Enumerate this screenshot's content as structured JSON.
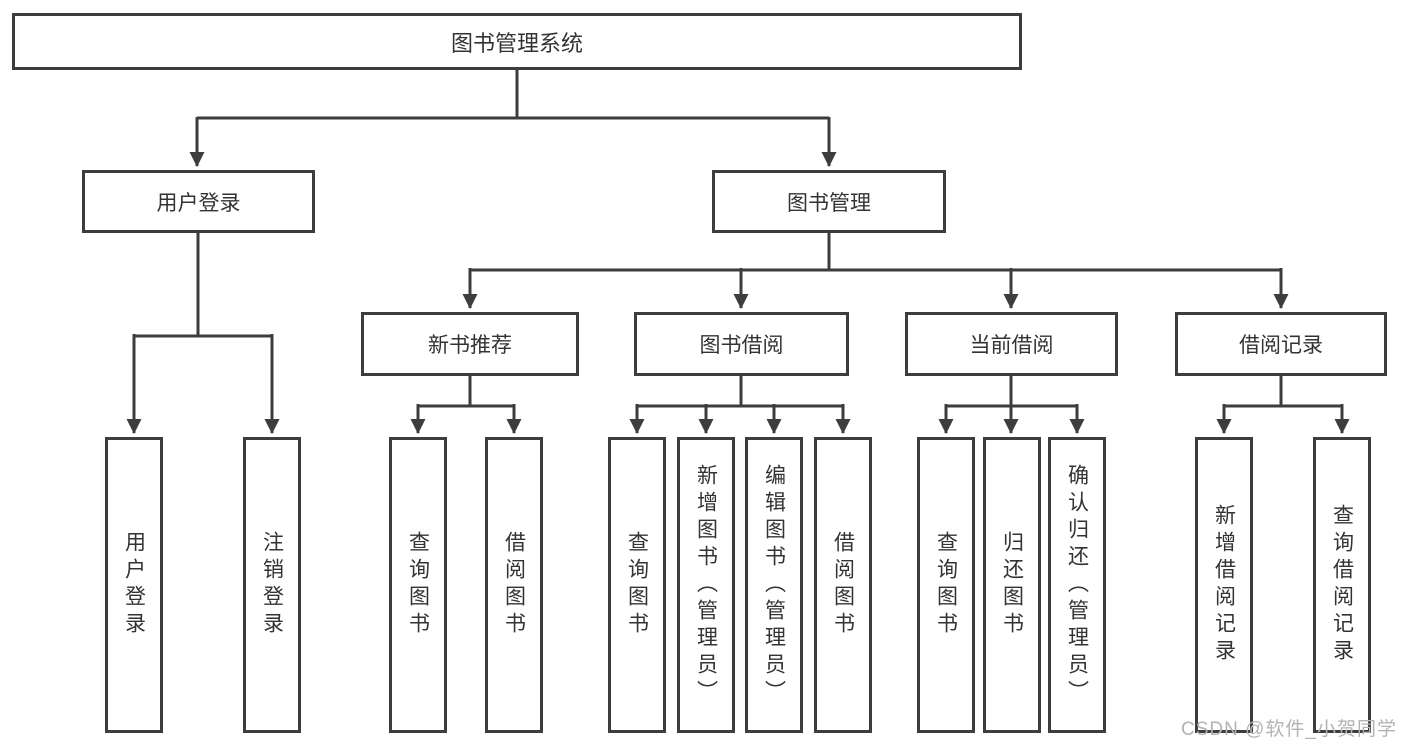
{
  "diagram": {
    "colors": {
      "line": "#3d3d3d",
      "box_border": "#3d3d3d",
      "text": "#333333",
      "background": "#ffffff",
      "watermark_text": "#b3b3b3"
    },
    "tree": {
      "root": "图书管理系统",
      "login": {
        "label": "用户登录",
        "children": [
          "用户登录",
          "注销登录"
        ]
      },
      "management": {
        "label": "图书管理",
        "groups": [
          {
            "label": "新书推荐",
            "children": [
              "查询图书",
              "借阅图书"
            ]
          },
          {
            "label": "图书借阅",
            "children": [
              "查询图书",
              "新增图书（管理员）",
              "编辑图书（管理员）",
              "借阅图书"
            ]
          },
          {
            "label": "当前借阅",
            "children": [
              "查询图书",
              "归还图书",
              "确认归还（管理员）"
            ]
          },
          {
            "label": "借阅记录",
            "children": [
              "新增借阅记录",
              "查询借阅记录"
            ]
          }
        ]
      }
    },
    "watermark": "CSDN @软件_小贺同学"
  }
}
